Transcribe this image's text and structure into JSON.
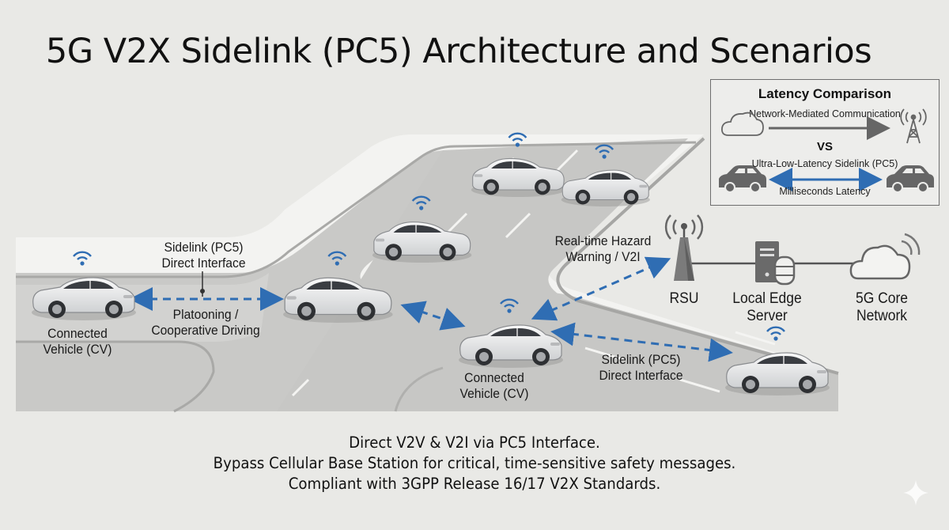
{
  "title": "5G V2X Sidelink (PC5) Architecture and Scenarios",
  "labels": {
    "left_link": [
      "Sidelink (PC5)",
      "Direct Interface"
    ],
    "platooning": [
      "Platooning /",
      "Cooperative Driving"
    ],
    "left_vehicle": [
      "Connected",
      "Vehicle (CV)"
    ],
    "center_vehicle": [
      "Connected",
      "Vehicle (CV)"
    ],
    "right_link": [
      "Sidelink (PC5)",
      "Direct Interface"
    ],
    "hazard": [
      "Real-time Hazard",
      "Warning / V2I"
    ]
  },
  "infrastructure": [
    {
      "icon": "rsu-tower-icon",
      "label": [
        "RSU"
      ]
    },
    {
      "icon": "edge-server-icon",
      "label": [
        "Local Edge",
        "Server"
      ]
    },
    {
      "icon": "cloud-icon",
      "label": [
        "5G Core",
        "Network"
      ]
    }
  ],
  "latency_comparison": {
    "title": "Latency Comparison",
    "network_label": "Network-Mediated Communication",
    "vs": "VS",
    "sidelink_label": "Ultra-Low-Latency Sidelink (PC5)",
    "latency_label": "Milliseconds Latency"
  },
  "caption": [
    "Direct V2V & V2I via PC5 Interface.",
    "Bypass Cellular Base Station for critical, time-sensitive safety messages.",
    "Compliant with 3GPP Release 16/17 V2X Standards."
  ],
  "colors": {
    "link_blue": "#2f6db3",
    "road": "#c9c9c7",
    "sidewalk": "#f2f2f0",
    "background": "#e9e9e6"
  }
}
